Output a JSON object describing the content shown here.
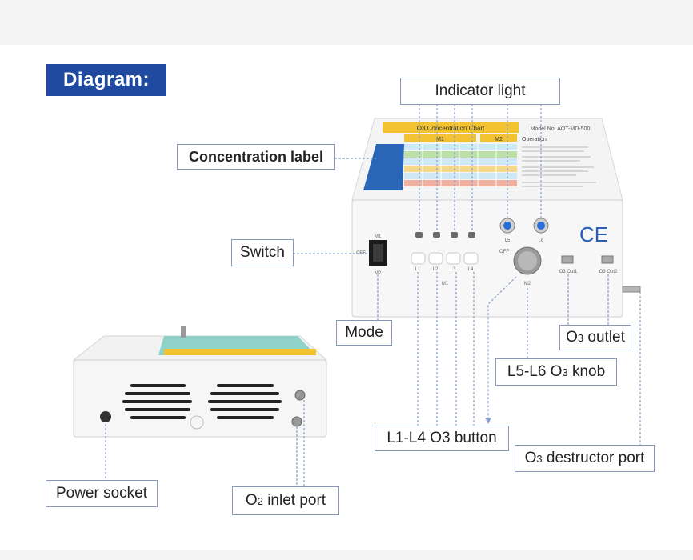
{
  "title": "Diagram:",
  "callouts": {
    "indicator_light": "Indicator light",
    "concentration_label": "Concentration label",
    "switch": "Switch",
    "mode": "Mode",
    "o3_outlet_prefix": "O",
    "o3_outlet_sub": "3",
    "o3_outlet_suffix": " outlet",
    "knob_prefix": "L5-L6 O",
    "knob_sub": "3",
    "knob_suffix": " knob",
    "buttons": "L1-L4 O3 button",
    "destructor_prefix": "O",
    "destructor_sub": "3",
    "destructor_suffix": " destructor port",
    "power_socket": "Power socket",
    "inlet_prefix": "O",
    "inlet_sub": "2",
    "inlet_suffix": " inlet port"
  },
  "device": {
    "chart_title": "O3 Concentration Chart",
    "model": "Model No: AOT-MD-500",
    "col_m1": "M1",
    "col_m2": "M2",
    "operation": "Operation:",
    "ce_mark": "CE",
    "switch_top": "M1",
    "switch_off": "OFF",
    "switch_bottom": "M2",
    "button_labels": [
      "L1",
      "L2",
      "L3",
      "L4"
    ],
    "indicator_labels": [
      "L5",
      "L6"
    ],
    "knob_off": "OFF",
    "mode_m1": "M1",
    "mode_m2": "M2",
    "outlet1": "O3 Out1",
    "outlet2": "O3 Out2"
  },
  "colors": {
    "title_bg": "#1f4aa0",
    "chart_header": "#f2c230",
    "leader_line": "#8aa0c8"
  }
}
